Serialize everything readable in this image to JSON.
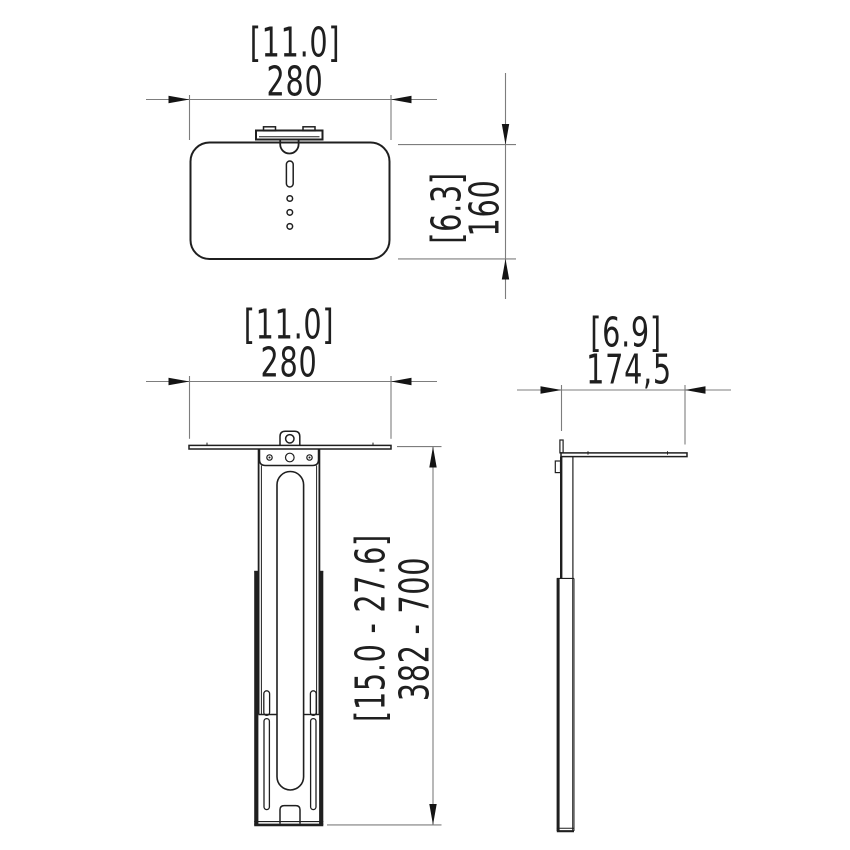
{
  "drawing": {
    "type": "technical-dimension-drawing",
    "views": {
      "top": {
        "width": {
          "inches": "[11.0]",
          "mm": "280"
        },
        "depth": {
          "inches": "[6.3]",
          "mm": "160"
        }
      },
      "front": {
        "width": {
          "inches": "[11.0]",
          "mm": "280"
        },
        "height": {
          "inches": "[15.0 - 27.6]",
          "mm": "382 - 700"
        }
      },
      "side": {
        "depth": {
          "inches": "[6.9]",
          "mm": "174,5"
        }
      }
    },
    "colors": {
      "object_line": "#1f1f1f",
      "dimension_line": "#7d7d7d",
      "arrow": "#141414",
      "text": "#1f1f1f",
      "background": "#ffffff"
    }
  }
}
